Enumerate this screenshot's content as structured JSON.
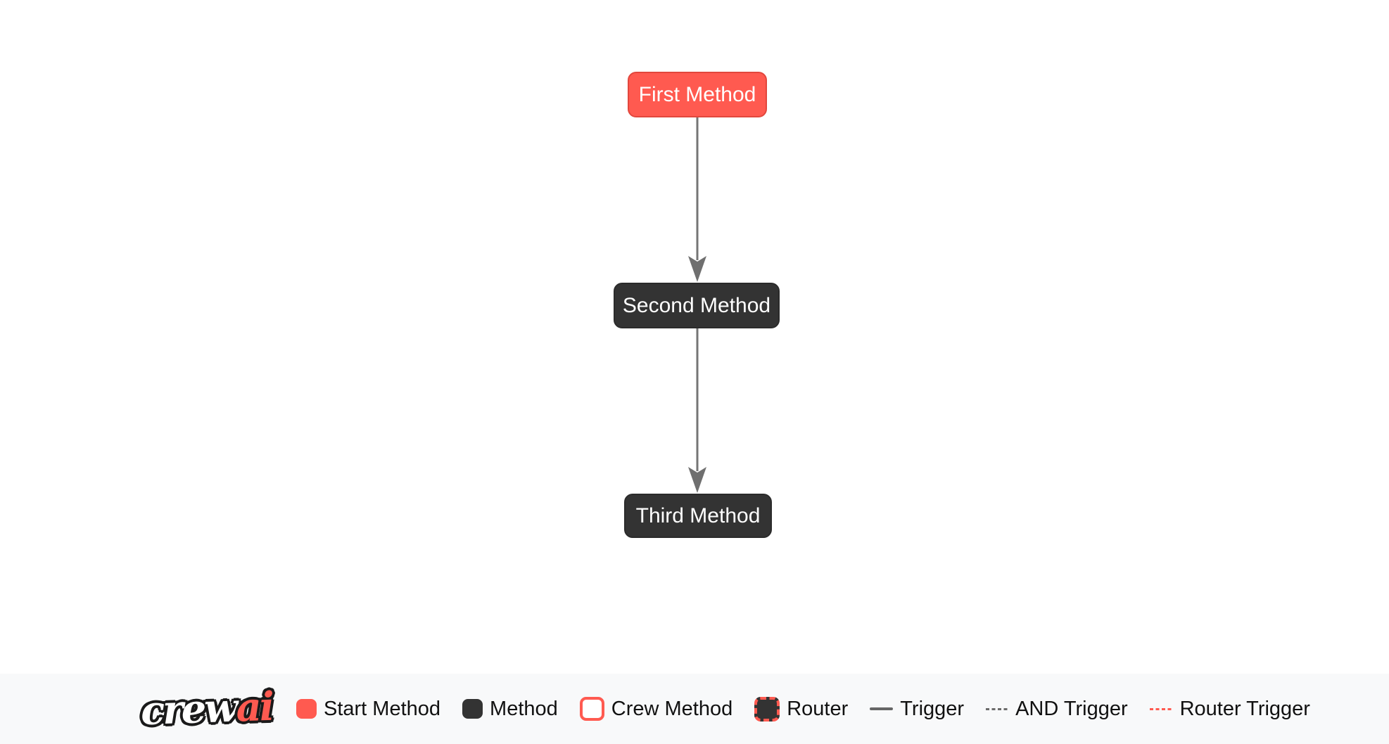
{
  "page": {
    "background": "#FFFFFF",
    "accent_color": "#FF5A50"
  },
  "diagram": {
    "type": "flow",
    "nodes": [
      {
        "id": "first",
        "label": "First Method",
        "role": "start-method",
        "fill": "#FF5A50",
        "border": "#E2473D",
        "text_color": "#FFFFFF"
      },
      {
        "id": "second",
        "label": "Second Method",
        "role": "method",
        "fill": "#333333",
        "border": "#2B2B2B",
        "text_color": "#FFFFFF"
      },
      {
        "id": "third",
        "label": "Third Method",
        "role": "method",
        "fill": "#333333",
        "border": "#2B2B2B",
        "text_color": "#FFFFFF"
      }
    ],
    "edges": [
      {
        "from": "first",
        "to": "second",
        "type": "trigger",
        "style": "solid",
        "color": "#757575",
        "arrow": "down"
      },
      {
        "from": "second",
        "to": "third",
        "type": "trigger",
        "style": "solid",
        "color": "#757575",
        "arrow": "down"
      }
    ]
  },
  "legend": {
    "background": "#F8F9FA",
    "logo": {
      "word1": "crew",
      "word2": "ai",
      "accent": "#FF5A50"
    },
    "items": [
      {
        "label": "Start Method",
        "swatch": "start-method-swatch",
        "swatch_color": "#FF5A50"
      },
      {
        "label": "Method",
        "swatch": "method-swatch",
        "swatch_color": "#333333"
      },
      {
        "label": "Crew Method",
        "swatch": "crew-method-swatch",
        "swatch_color": "#FFFFFF",
        "swatch_border": "#FF5A50"
      },
      {
        "label": "Router",
        "swatch": "router-swatch",
        "swatch_color": "#333333",
        "swatch_border": "#FF5A50 dashed"
      },
      {
        "label": "Trigger",
        "swatch": "trigger-line",
        "swatch_color": "#666666",
        "line_style": "solid"
      },
      {
        "label": "AND Trigger",
        "swatch": "and-trigger-line",
        "swatch_color": "#6B6B6B",
        "line_style": "dashed"
      },
      {
        "label": "Router Trigger",
        "swatch": "router-trigger-line",
        "swatch_color": "#FF5A50",
        "line_style": "dashed"
      }
    ]
  }
}
